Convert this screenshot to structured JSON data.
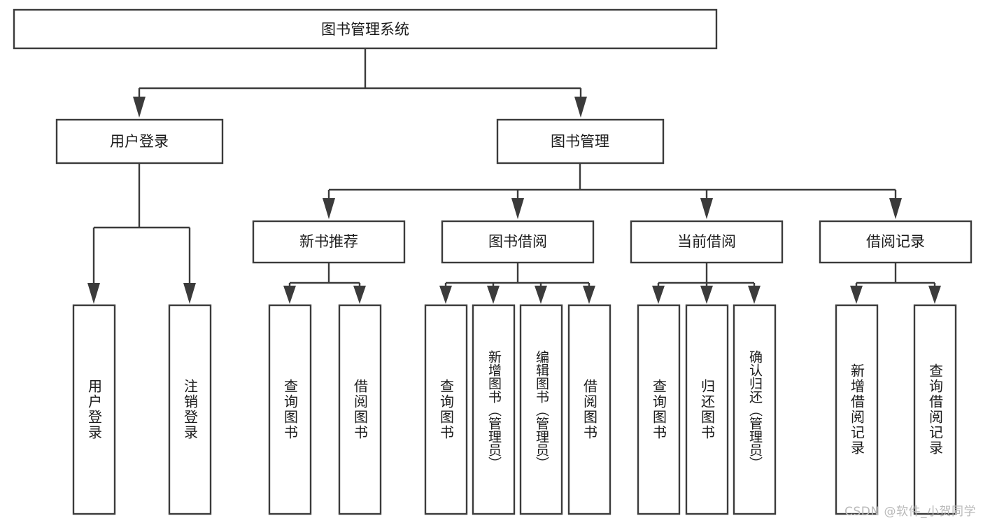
{
  "diagram": {
    "type": "hierarchy-tree",
    "title": "图书管理系统",
    "watermark": "CSDN @软件_小贺同学",
    "colors": {
      "box_stroke": "#3b3b3b",
      "box_fill": "#ffffff",
      "text": "#1b1b1b",
      "background": "#ffffff",
      "watermark": "#b9b9b9"
    },
    "levels": {
      "root": {
        "label": "图书管理系统",
        "orientation": "horizontal"
      },
      "level2": [
        {
          "label": "用户登录",
          "orientation": "horizontal"
        },
        {
          "label": "图书管理",
          "orientation": "horizontal"
        }
      ],
      "level3": [
        {
          "label": "新书推荐",
          "orientation": "horizontal",
          "parent": "图书管理"
        },
        {
          "label": "图书借阅",
          "orientation": "horizontal",
          "parent": "图书管理"
        },
        {
          "label": "当前借阅",
          "orientation": "horizontal",
          "parent": "图书管理"
        },
        {
          "label": "借阅记录",
          "orientation": "horizontal",
          "parent": "图书管理"
        }
      ],
      "leaves": [
        {
          "label": "用户登录",
          "orientation": "vertical",
          "parent": "用户登录"
        },
        {
          "label": "注销登录",
          "orientation": "vertical",
          "parent": "用户登录"
        },
        {
          "label": "查询图书",
          "orientation": "vertical",
          "parent": "新书推荐"
        },
        {
          "label": "借阅图书",
          "orientation": "vertical",
          "parent": "新书推荐"
        },
        {
          "label": "查询图书",
          "orientation": "vertical",
          "parent": "图书借阅"
        },
        {
          "label": "新增图书（管理员）",
          "orientation": "vertical",
          "parent": "图书借阅"
        },
        {
          "label": "编辑图书（管理员）",
          "orientation": "vertical",
          "parent": "图书借阅"
        },
        {
          "label": "借阅图书",
          "orientation": "vertical",
          "parent": "图书借阅"
        },
        {
          "label": "查询图书",
          "orientation": "vertical",
          "parent": "当前借阅"
        },
        {
          "label": "归还图书",
          "orientation": "vertical",
          "parent": "当前借阅"
        },
        {
          "label": "确认归还（管理员）",
          "orientation": "vertical",
          "parent": "当前借阅"
        },
        {
          "label": "新增借阅记录",
          "orientation": "vertical",
          "parent": "借阅记录"
        },
        {
          "label": "查询借阅记录",
          "orientation": "vertical",
          "parent": "借阅记录"
        }
      ]
    }
  }
}
